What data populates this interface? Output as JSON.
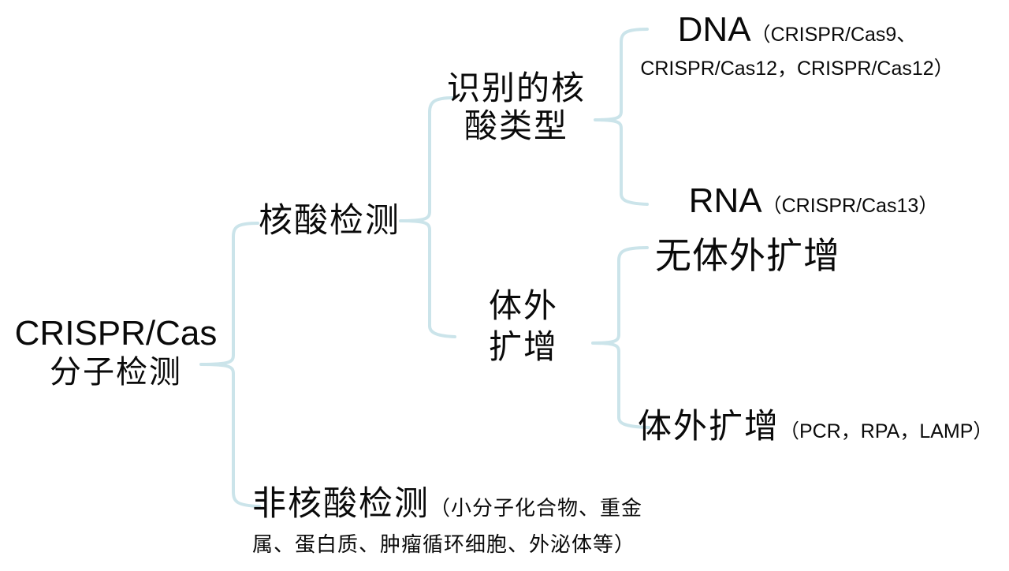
{
  "colors": {
    "background": "#ffffff",
    "brace": "#cbe4ea",
    "text": "#0a0a0a"
  },
  "root": {
    "line1": "CRISPR/Cas",
    "line2": "分子检测"
  },
  "level1": {
    "nucleic_acid": {
      "label": "核酸检测"
    },
    "non_nucleic_acid": {
      "label": "非核酸检测",
      "detail_line1": "（小分子化合物、重金",
      "detail_line2": "属、蛋白质、肿瘤循环细胞、外泌体等）"
    }
  },
  "level2": {
    "recognized_type": {
      "line1": "识别的核",
      "line2": "酸类型"
    },
    "in_vitro_branch": {
      "line1": "体外",
      "line2": "扩增"
    }
  },
  "level3": {
    "dna": {
      "label": "DNA",
      "detail_line1": "（CRISPR/Cas9、",
      "detail_line2": "CRISPR/Cas12，CRISPR/Cas12）"
    },
    "rna": {
      "label": "RNA",
      "detail": "（CRISPR/Cas13）"
    },
    "no_amplification": {
      "label": "无体外扩增"
    },
    "with_amplification": {
      "label": "体外扩增",
      "detail": "（PCR，RPA，LAMP）"
    }
  }
}
